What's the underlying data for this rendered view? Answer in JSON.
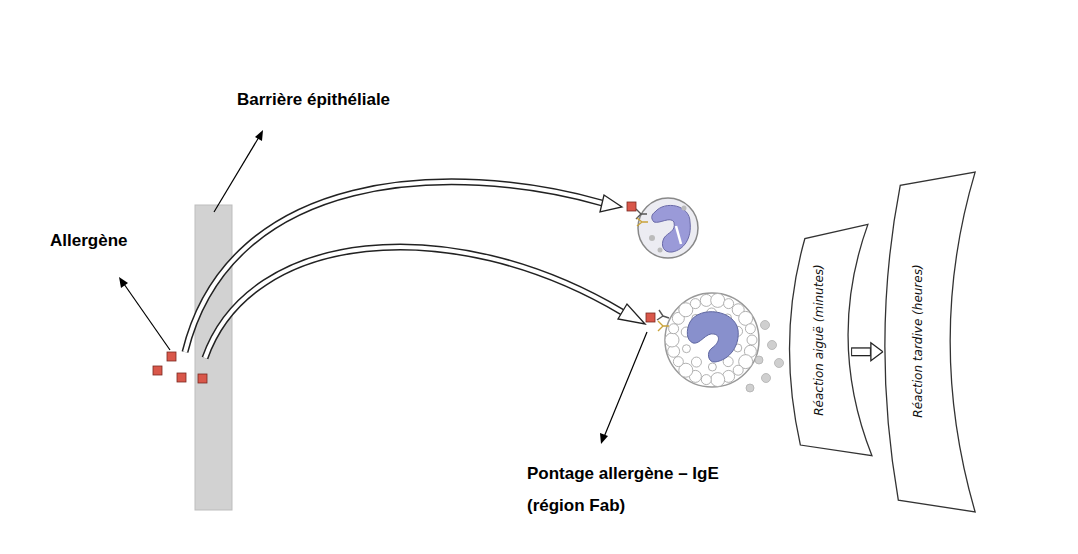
{
  "diagram": {
    "nodes": [
      {
        "text": [
          "Réaction aiguë (minutes)"
        ]
      },
      {
        "text": [
          "Réaction tardive (heures)"
        ]
      }
    ],
    "edges": [
      {
        "from": 0,
        "to": 1,
        "arrow": "to"
      }
    ],
    "labels": [
      "Barrière épithéliale",
      "Allergène",
      "Pontage allergène – IgE (région Fab)"
    ]
  }
}
